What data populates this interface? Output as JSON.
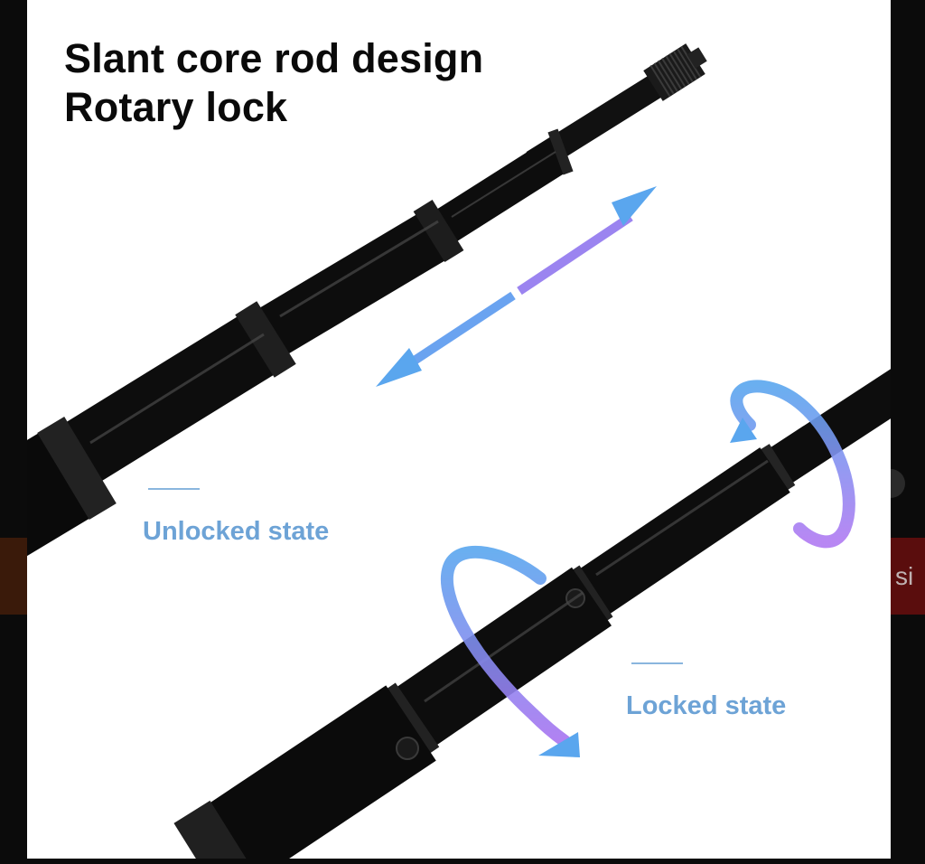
{
  "image": {
    "headline": {
      "line1": "Slant core rod design",
      "line2": "Rotary lock"
    },
    "labels": {
      "unlocked": "Unlocked state",
      "locked": "Locked state"
    },
    "edge_text": "si"
  },
  "colors": {
    "background": "#ffffff",
    "rod": "#0d0d0d",
    "label_blue": "#6da3d6",
    "arrow_blue": "#5aa6ee",
    "arrow_purple": "#a874f0",
    "page_backdrop": "#0b0b0b",
    "backdrop_red": "#5a0d0d"
  }
}
